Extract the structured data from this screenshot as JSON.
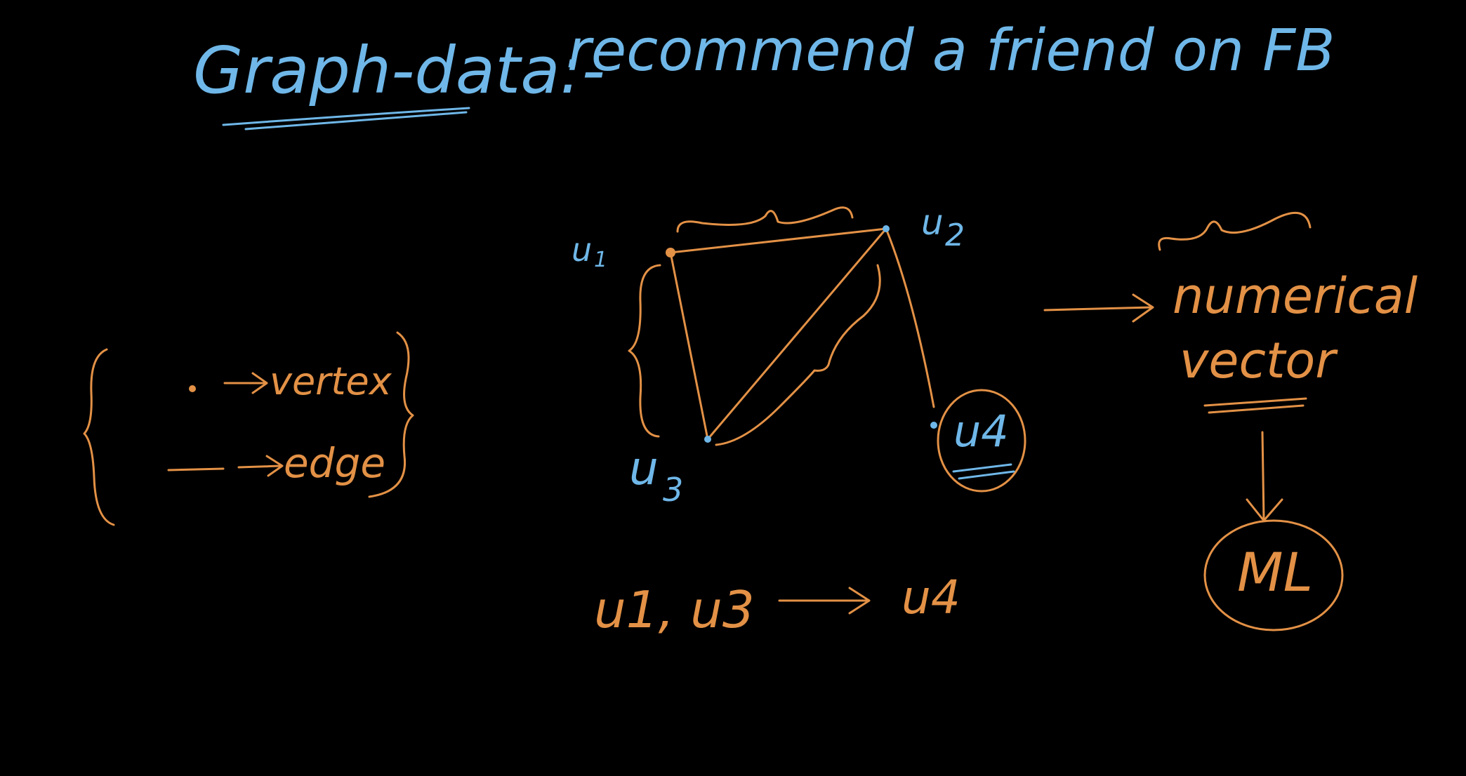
{
  "title": {
    "heading": "Graph-data:-",
    "subtitle": "recommend a friend on FB"
  },
  "legend": {
    "vertex_label": "vertex",
    "edge_label": "edge"
  },
  "graph": {
    "nodes": [
      {
        "id": "u1",
        "label": "u",
        "sub": "1"
      },
      {
        "id": "u2",
        "label": "u",
        "sub": "2"
      },
      {
        "id": "u3",
        "label": "u",
        "sub": "3"
      },
      {
        "id": "u4",
        "label": "u4"
      }
    ],
    "edges": [
      [
        "u1",
        "u2"
      ],
      [
        "u1",
        "u3"
      ],
      [
        "u2",
        "u3"
      ],
      [
        "u2",
        "u4"
      ]
    ]
  },
  "recommendation": {
    "from": "u1, u3",
    "to": "u4"
  },
  "pipeline": {
    "vector_line1": "numerical",
    "vector_line2": "vector",
    "model": "ML"
  },
  "colors": {
    "background": "#000000",
    "blue_ink": "#6fb7e8",
    "orange_ink": "#e39146"
  }
}
